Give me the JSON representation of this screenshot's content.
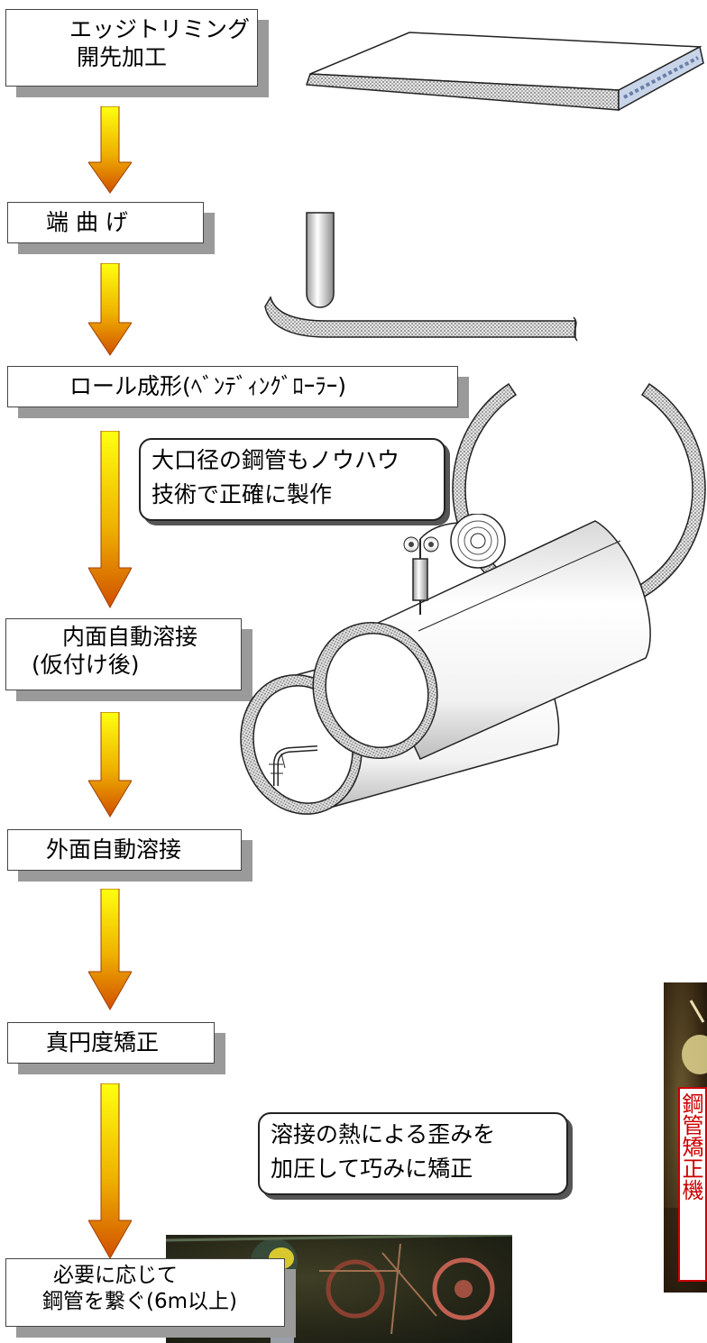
{
  "steps": [
    {
      "id": "edge",
      "lines": [
        "エッジトリミング",
        "開先加工"
      ]
    },
    {
      "id": "bend",
      "lines": [
        "端 曲 げ"
      ]
    },
    {
      "id": "roll",
      "lines": [
        "ロール成形(ﾍﾞﾝﾃﾞｨﾝｸﾞﾛｰﾗｰ)"
      ]
    },
    {
      "id": "inner",
      "lines": [
        "内面自動溶接",
        "(仮付け後)"
      ]
    },
    {
      "id": "outer",
      "lines": [
        "外面自動溶接"
      ]
    },
    {
      "id": "round",
      "lines": [
        "真円度矯正"
      ]
    },
    {
      "id": "join",
      "lines": [
        "必要に応じて",
        "鋼管を繋ぐ(6m以上)"
      ]
    }
  ],
  "bubbles": {
    "roll_note": [
      "大口径の鋼管もノウハウ",
      "技術で正確に製作"
    ],
    "correct_note": [
      "溶接の熱による歪みを",
      "加圧して巧みに矯正"
    ]
  },
  "photo_caption": "鋼管矯正機",
  "colors": {
    "arrow_top": "#ffff00",
    "arrow_bottom": "#d05000",
    "caption": "#cc0000",
    "shadow": "#9a9a9a",
    "steel_dots": "#777777"
  }
}
